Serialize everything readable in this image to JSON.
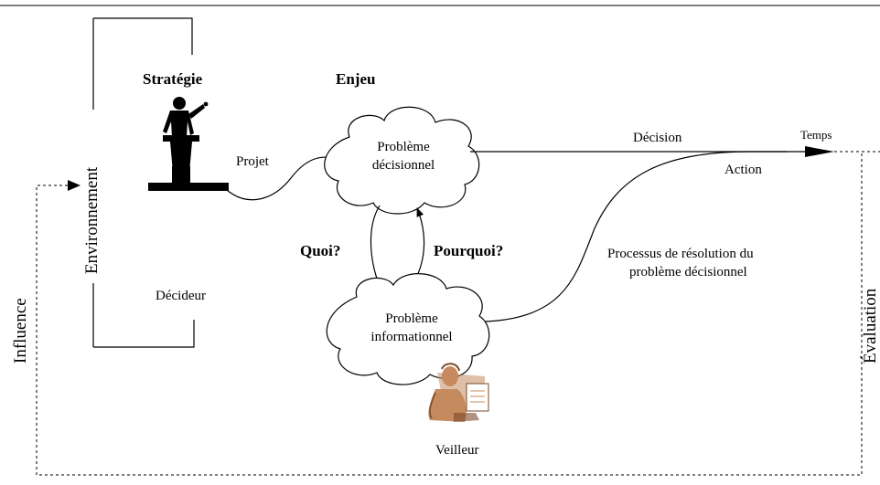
{
  "labels": {
    "strategie": "Stratégie",
    "enjeu": "Enjeu",
    "environnement": "Environnement",
    "projet": "Projet",
    "decideur": "Décideur",
    "influence": "Influence",
    "decision": "Décision",
    "temps": "Temps",
    "action": "Action",
    "evaluation": "Évaluation",
    "quoi": "Quoi?",
    "pourquoi": "Pourquoi?",
    "processus_line1": "Processus de résolution du",
    "processus_line2": "problème décisionnel",
    "veilleur": "Veilleur"
  },
  "clouds": {
    "decisionnel_line1": "Problème",
    "decisionnel_line2": "décisionnel",
    "informationnel_line1": "Problème",
    "informationnel_line2": "informationnel"
  },
  "colors": {
    "line": "#000000",
    "veilleur_skin": "#c58a5e",
    "veilleur_shade": "#7a4a2a"
  }
}
